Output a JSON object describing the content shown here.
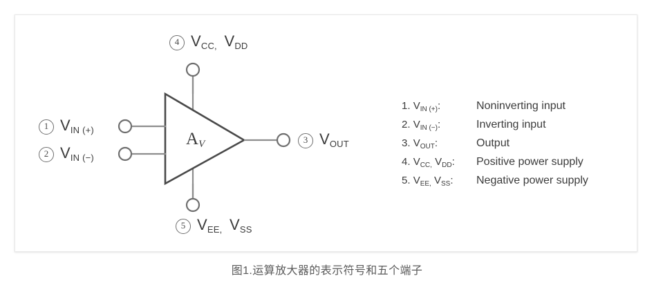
{
  "figure": {
    "caption": "图1.运算放大器的表示符号和五个端子",
    "amplifier_gain_symbol": {
      "base": "A",
      "sub": "V"
    },
    "colors": {
      "background": "#ffffff",
      "frame_border": "#eaeaea",
      "line": "#7a7a7a",
      "triangle_stroke": "#4a4a4a",
      "text": "#3b3b3b",
      "caption_text": "#5a5a5a"
    }
  },
  "terminals": {
    "vcc": {
      "number": "4",
      "base": "V",
      "sub1": "CC,",
      "base2": "V",
      "sub2": "DD"
    },
    "vee": {
      "number": "5",
      "base": "V",
      "sub1": "EE,",
      "base2": "V",
      "sub2": "SS"
    },
    "vin_plus": {
      "number": "1",
      "base": "V",
      "sub": "IN (+)"
    },
    "vin_minus": {
      "number": "2",
      "base": "V",
      "sub": "IN (−)"
    },
    "vout": {
      "number": "3",
      "base": "V",
      "sub": "OUT"
    }
  },
  "legend": {
    "rows": [
      {
        "index": "1.",
        "symbol_base": "V",
        "symbol_sub": "IN (+)",
        "colon": ":",
        "description": "Noninverting input"
      },
      {
        "index": "2.",
        "symbol_base": "V",
        "symbol_sub": "IN (−)",
        "colon": ":",
        "description": "Inverting input"
      },
      {
        "index": "3.",
        "symbol_base": "V",
        "symbol_sub": "OUT",
        "colon": ":",
        "description": "Output"
      },
      {
        "index": "4.",
        "symbol_base": "V",
        "symbol_sub": "CC,",
        "symbol_base2": "V",
        "symbol_sub2": "DD",
        "colon": ":",
        "description": "Positive power supply"
      },
      {
        "index": "5.",
        "symbol_base": "V",
        "symbol_sub": "EE,",
        "symbol_base2": "V",
        "symbol_sub2": "SS",
        "colon": ":",
        "description": "Negative power supply"
      }
    ]
  }
}
